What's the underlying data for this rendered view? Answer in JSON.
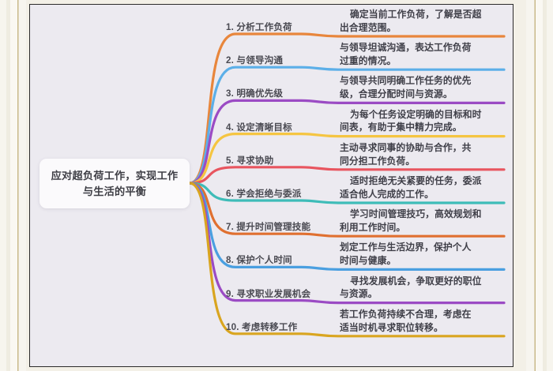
{
  "frame": {
    "style": "ivory-bordered-photo-frame",
    "gold_line_color": "#c9b98a",
    "canvas_background": "#eceaf0"
  },
  "mindmap": {
    "central_node": {
      "line1": "应对超负荷工作，实现工作",
      "line2": "与生活的平衡"
    },
    "branches": [
      {
        "index": "1.",
        "label": "1. 分析工作负荷",
        "desc_line1": "确定当前工作负荷，了解是否超",
        "desc_line2": "出合理范围。",
        "color": "#e8863c",
        "indent": true
      },
      {
        "index": "2.",
        "label": "2. 与领导沟通",
        "desc_line1": "与领导坦诚沟通，表达工作负荷",
        "desc_line2": "过重的情况。",
        "color": "#5cafe8",
        "indent": false
      },
      {
        "index": "3.",
        "label": "3. 明确优先级",
        "desc_line1": "与领导共同明确工作任务的优先",
        "desc_line2": "级，合理分配时间与资源。",
        "color": "#9b4bc4",
        "indent": false
      },
      {
        "index": "4.",
        "label": "4. 设定清晰目标",
        "desc_line1": "为每个任务设定明确的目标和时",
        "desc_line2": "间表，有助于集中精力完成。",
        "color": "#f5c542",
        "indent": true
      },
      {
        "index": "5.",
        "label": "5. 寻求协助",
        "desc_line1": "主动寻求同事的协助与合作，共",
        "desc_line2": "同分担工作负荷。",
        "color": "#e8555f",
        "indent": false
      },
      {
        "index": "6.",
        "label": "6. 学会拒绝与委派",
        "desc_line1": "适时拒绝无关紧要的任务，委派",
        "desc_line2": "适合他人完成的工作。",
        "color": "#3ebcb8",
        "indent": true
      },
      {
        "index": "7.",
        "label": "7. 提升时间管理技能",
        "desc_line1": "学习时间管理技巧，高效规划和",
        "desc_line2": "利用工作时间。",
        "color": "#e07030",
        "indent": true
      },
      {
        "index": "8.",
        "label": "8. 保护个人时间",
        "desc_line1": "划定工作与生活边界，保护个人",
        "desc_line2": "时间与健康。",
        "color": "#4a9fe0",
        "indent": false
      },
      {
        "index": "9.",
        "label": "9. 寻求职业发展机会",
        "desc_line1": "寻找发展机会，争取更好的职位",
        "desc_line2": "与资源。",
        "color": "#9b4bc4",
        "indent": true
      },
      {
        "index": "10.",
        "label": "10. 考虑转移工作",
        "desc_line1": "若工作负荷持续不合理，考虑在",
        "desc_line2": "适当时机寻求职位转移。",
        "color": "#d9a520",
        "indent": false
      }
    ]
  }
}
